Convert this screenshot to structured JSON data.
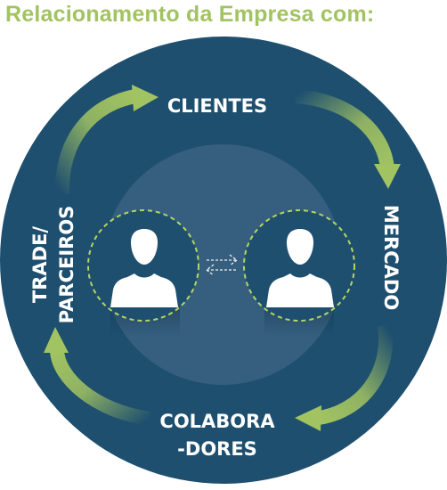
{
  "title": "Relacionamento da Empresa com:",
  "labels": {
    "top": "CLIENTES",
    "right": "MERCADO",
    "bottom_line1": "COLABORA",
    "bottom_line2": "-DORES",
    "left_line1": "TRADE/",
    "left_line2": "PARCEIROS"
  },
  "colors": {
    "title": "#a2c361",
    "outer_circle": "#1e4f6f",
    "inner_circle": "#365f7f",
    "arrow": "#a2c361",
    "dashed_ring": "#b6d560",
    "person": "#ffffff"
  },
  "icons": [
    "person-icon",
    "person-icon",
    "exchange-arrows-icon",
    "curved-arrow-icon"
  ]
}
